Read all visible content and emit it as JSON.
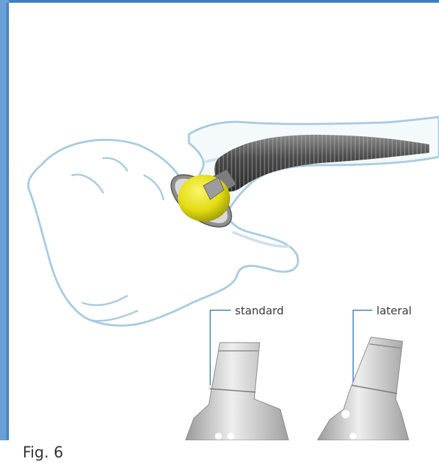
{
  "figure": {
    "caption": "Fig. 6",
    "labels": {
      "standard": "standard",
      "lateral": "lateral"
    }
  },
  "colors": {
    "frame_border": "#4a86c8",
    "bone_outline": "#a9cbe0",
    "implant_head": "#e8e21a",
    "implant_stem": "#5a5a5a",
    "neck_metal": "#c8c8c8"
  }
}
